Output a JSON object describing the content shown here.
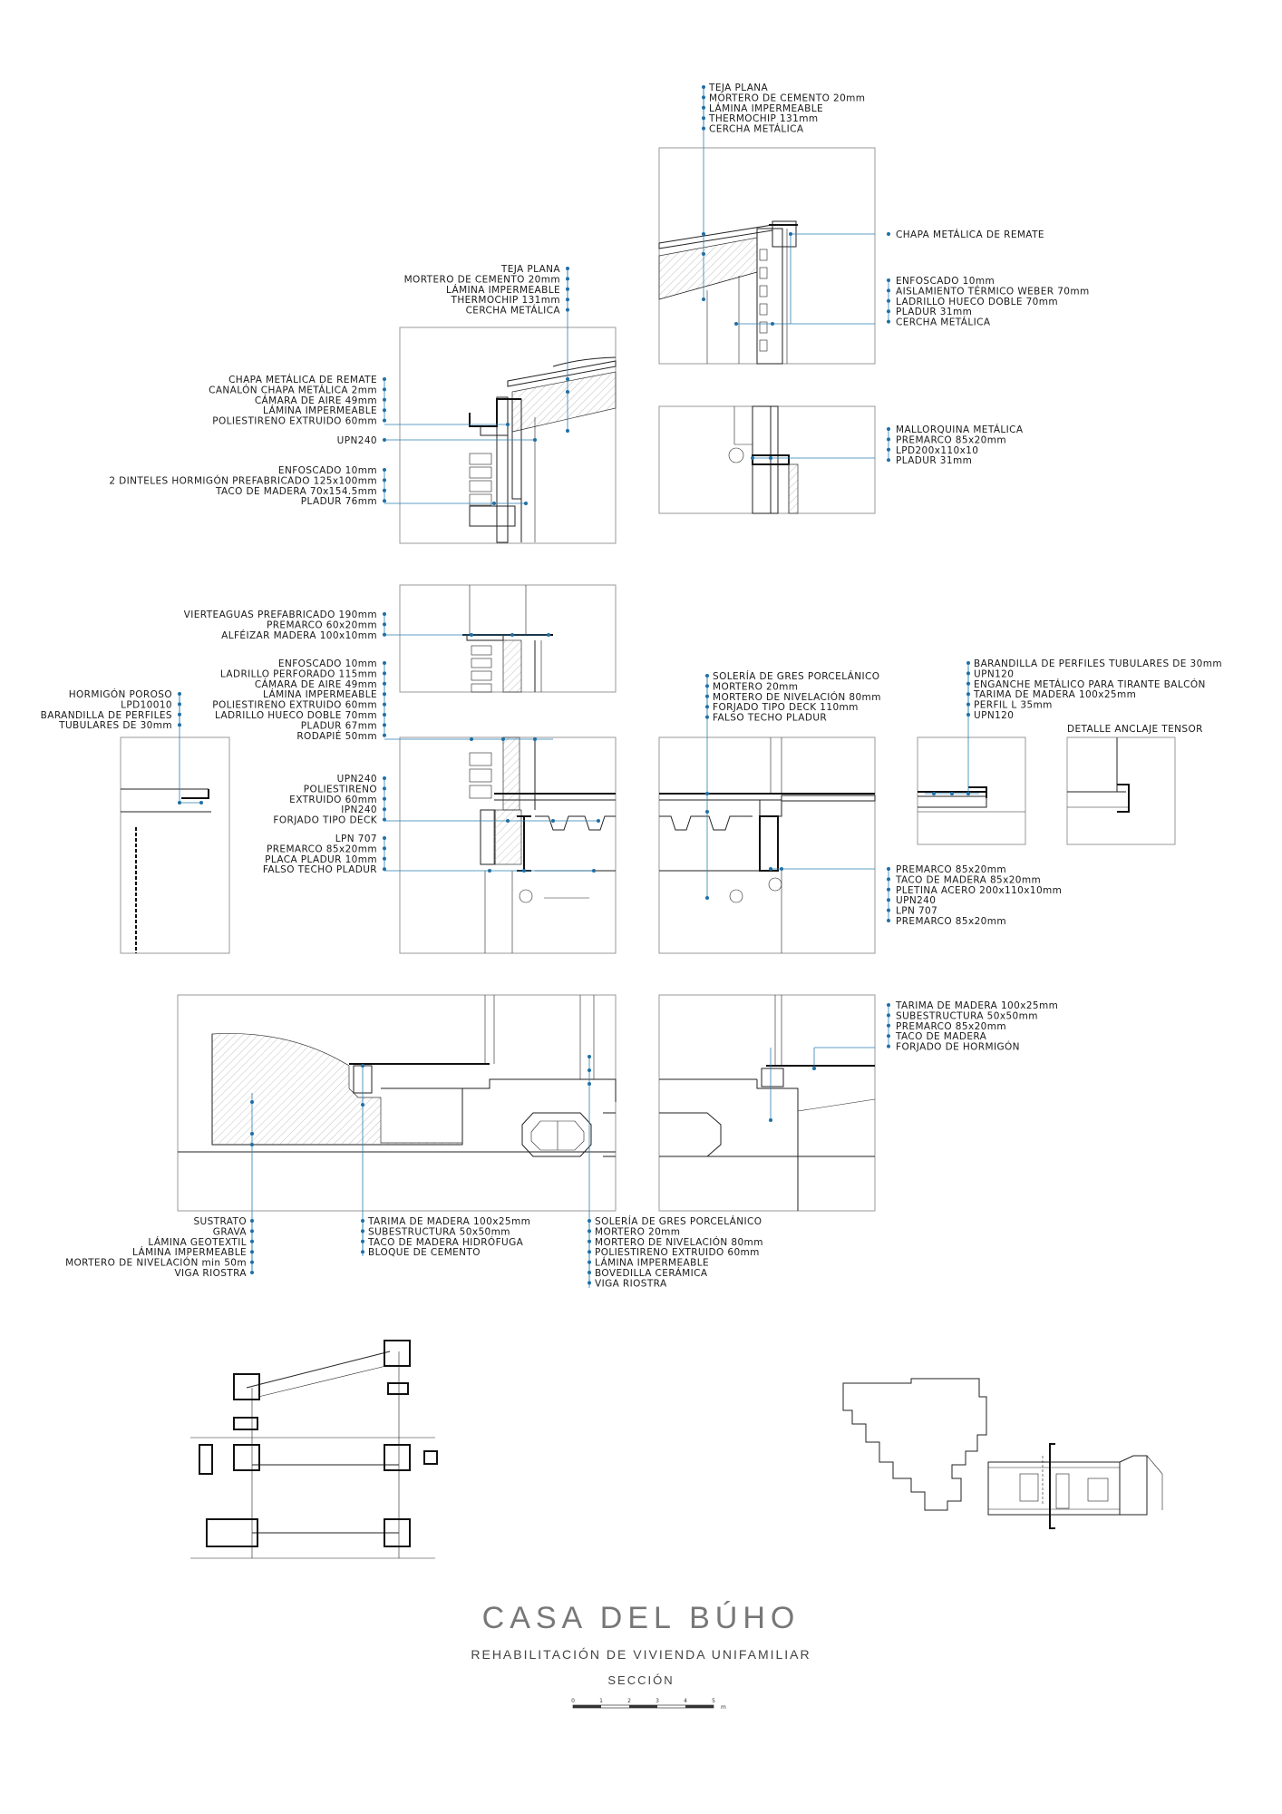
{
  "project": {
    "title": "CASA DEL BÚHO",
    "subtitle": "REHABILITACIÓN DE VIVIENDA UNIFAMILIAR",
    "view": "SECCIÓN"
  },
  "scale_bar": {
    "ticks": [
      "0",
      "1",
      "2",
      "3",
      "4",
      "5"
    ],
    "unit": "m"
  },
  "colors": {
    "leader": "#2a7fb0",
    "dot": "#1f6fa6",
    "ink": "#1a1a1a",
    "frame": "#9a9a9a"
  },
  "annotations": {
    "roof_top": [
      "TEJA PLANA",
      "MORTERO DE CEMENTO 20mm",
      "LÁMINA IMPERMEABLE",
      "THERMOCHIP 131mm",
      "CERCHA METÁLICA"
    ],
    "roof_top_right_1": [
      "CHAPA METÁLICA DE REMATE"
    ],
    "roof_top_right_2": [
      "ENFOSCADO 10mm",
      "AISLAMIENTO TÉRMICO WEBER 70mm",
      "LADRILLO HUECO DOBLE 70mm",
      "PLADUR 31mm",
      "CERCHA METÁLICA"
    ],
    "roof_left_top": [
      "TEJA PLANA",
      "MORTERO DE CEMENTO 20mm",
      "LÁMINA IMPERMEABLE",
      "THERMOCHIP 131mm",
      "CERCHA METÁLICA"
    ],
    "roof_left_1": [
      "CHAPA METÁLICA DE REMATE",
      "CANALÓN CHAPA METÁLICA 2mm",
      "CÁMARA DE AIRE 49mm",
      "LÁMINA IMPERMEABLE",
      "POLIESTIRENO EXTRUIDO 60mm"
    ],
    "roof_left_2": [
      "UPN240"
    ],
    "roof_left_3": [
      "ENFOSCADO 10mm",
      "2 DINTELES HORMIGÓN PREFABRICADO 125x100mm",
      "TACO DE MADERA 70x154.5mm",
      "PLADUR 76mm"
    ],
    "window_right": [
      "MALLORQUINA METÁLICA",
      "PREMARCO 85x20mm",
      "LPD200x110x10",
      "PLADUR 31mm"
    ],
    "window_left": [
      "VIERTEAGUAS PREFABRICADO 190mm",
      "PREMARCO 60x20mm",
      "ALFÉIZAR MADERA 100x10mm"
    ],
    "wall_left": [
      "ENFOSCADO 10mm",
      "LADRILLO PERFORADO 115mm",
      "CÁMARA DE AIRE 49mm",
      "LÁMINA IMPERMEABLE",
      "POLIESTIRENO EXTRUIDO 60mm",
      "LADRILLO HUECO DOBLE 70mm",
      "PLADUR 67mm",
      "RODAPIÉ 50mm"
    ],
    "far_left": [
      "HORMIGÓN POROSO",
      "LPD10010",
      "BARANDILLA DE PERFILES",
      "TUBULARES DE 30mm"
    ],
    "slab_left": [
      "UPN240",
      "POLIESTIRENO",
      "EXTRUIDO 60mm",
      "IPN240",
      "FORJADO TIPO DECK"
    ],
    "slab_left_2": [
      "LPN 707",
      "PREMARCO 85x20mm",
      "PLACA PLADUR 10mm",
      "FALSO TECHO PLADUR"
    ],
    "floor_mid": [
      "SOLERÍA DE GRES PORCELÁNICO",
      "MORTERO 20mm",
      "MORTERO DE NIVELACIÓN 80mm",
      "FORJADO TIPO DECK 110mm",
      "FALSO TECHO PLADUR"
    ],
    "balcony": [
      "BARANDILLA DE PERFILES TUBULARES DE 30mm",
      "UPN120",
      "ENGANCHE METÁLICO PARA TIRANTE BALCÓN",
      "TARIMA DE MADERA 100x25mm",
      "PERFIL L 35mm",
      "UPN120"
    ],
    "anchor_title": "DETALLE ANCLAJE TENSOR",
    "slab_right": [
      "PREMARCO 85x20mm",
      "TACO DE MADERA 85x20mm",
      "PLETINA ACERO 200x110x10mm",
      "UPN240",
      "LPN 707",
      "PREMARCO 85x20mm"
    ],
    "ground_right": [
      "TARIMA DE MADERA 100x25mm",
      "SUBESTRUCTURA 50x50mm",
      "PREMARCO 85x20mm",
      "TACO DE MADERA",
      "FORJADO DE HORMIGÓN"
    ],
    "ground_left": [
      "SUSTRATO",
      "GRAVA",
      "LÁMINA GEOTEXTIL",
      "LÁMINA IMPERMEABLE",
      "MORTERO DE NIVELACIÓN min 50m",
      "VIGA RIOSTRA"
    ],
    "ground_mid": [
      "TARIMA DE MADERA 100x25mm",
      "SUBESTRUCTURA 50x50mm",
      "TACO DE MADERA HIDRÓFUGA",
      "BLOQUE DE CEMENTO"
    ],
    "ground_mid_2": [
      "SOLERÍA DE GRES PORCELÁNICO",
      "MORTERO 20mm",
      "MORTERO DE NIVELACIÓN 80mm",
      "POLIESTIRENO EXTRUIDO 60mm",
      "LÁMINA IMPERMEABLE",
      "BOVEDILLA CERÁMICA",
      "VIGA RIOSTRA"
    ]
  }
}
